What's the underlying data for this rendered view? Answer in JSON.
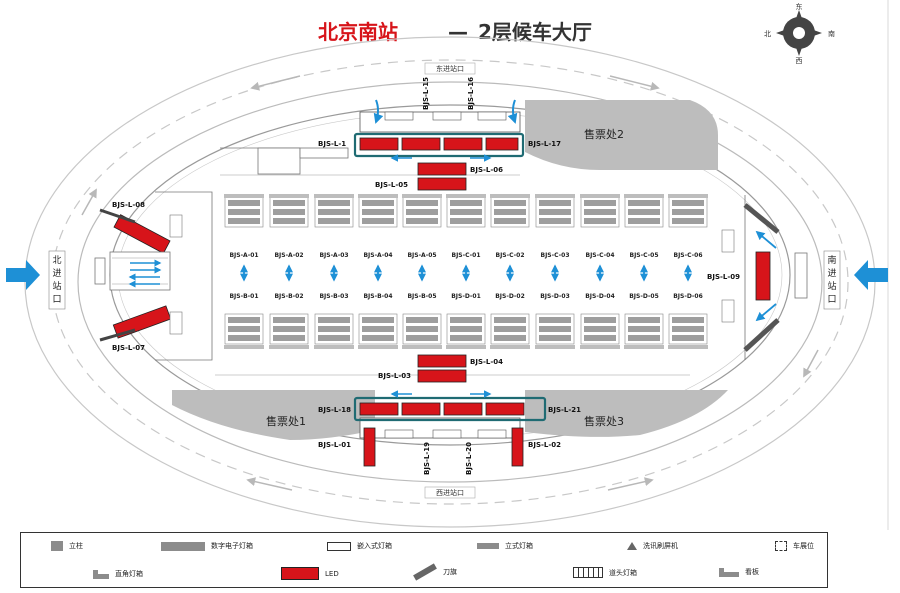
{
  "title": {
    "station": "北京南站",
    "dash": "—",
    "floor": "2层候车大厅"
  },
  "compass": {
    "n": "东",
    "e": "南",
    "s": "西",
    "w": "北"
  },
  "road_labels": {
    "north": "东进站口",
    "south": "西进站口"
  },
  "entrances": {
    "left": [
      "北",
      "进",
      "站",
      "口"
    ],
    "right": [
      "南",
      "进",
      "站",
      "口"
    ]
  },
  "ticket_halls": [
    "售票处2",
    "售票处1",
    "售票处3"
  ],
  "led_labels": {
    "l15": "BJS-L-15",
    "l16": "BJS-L-16",
    "l1": "BJS-L-1",
    "l17": "BJS-L-17",
    "l06": "BJS-L-06",
    "l05": "BJS-L-05",
    "l08": "BJS-L-08",
    "l07": "BJS-L-07",
    "l09": "BJS-L-09",
    "l04": "BJS-L-04",
    "l03": "BJS-L-03",
    "l18": "BJS-L-18",
    "l21": "BJS-L-21",
    "l01": "BJS-L-01",
    "l02": "BJS-L-02",
    "l19": "BJS-L-19",
    "l20": "BJS-L-20"
  },
  "waiting_top": [
    "BJS-A-01",
    "BJS-A-02",
    "BJS-A-03",
    "BJS-A-04",
    "BJS-A-05",
    "BJS-C-01",
    "BJS-C-02",
    "BJS-C-03",
    "BJS-C-04",
    "BJS-C-05",
    "BJS-C-06"
  ],
  "waiting_bottom": [
    "BJS-B-01",
    "BJS-B-02",
    "BJS-B-03",
    "BJS-B-04",
    "BJS-B-05",
    "BJS-D-01",
    "BJS-D-02",
    "BJS-D-03",
    "BJS-D-04",
    "BJS-D-05",
    "BJS-D-06"
  ],
  "legend": {
    "column": "立柱",
    "digital": "数字电子灯箱",
    "embedded": "嵌入式灯箱",
    "standing": "立式灯箱",
    "machine": "洗讯刷屏机",
    "carpos": "车展位",
    "wall": "直角灯箱",
    "led": "LED",
    "flag": "刀旗",
    "gate": "道头灯箱",
    "board": "看板"
  },
  "colors": {
    "led": "#d7141a",
    "highlight": "#1f6b73",
    "hall": "#bdbdbd",
    "arrow": "#1e90d6",
    "title": "#d7141a"
  }
}
